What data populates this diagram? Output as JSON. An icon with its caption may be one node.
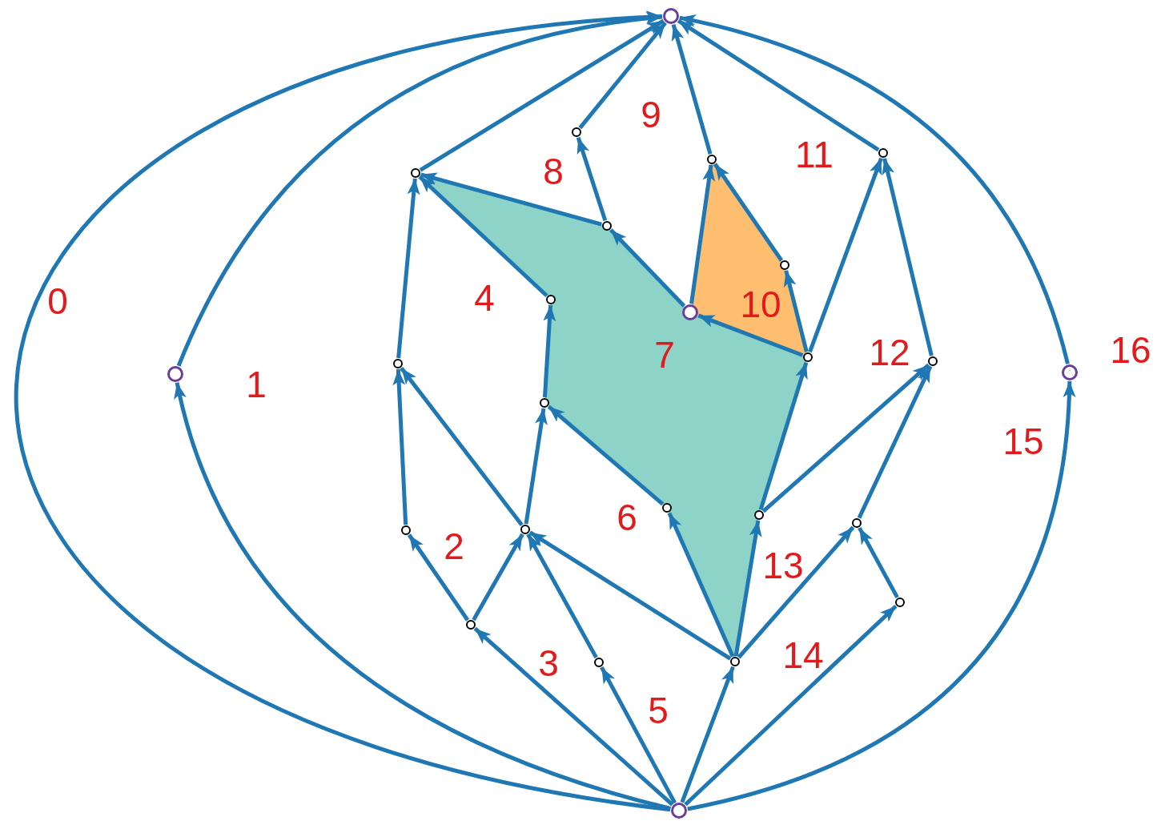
{
  "diagram": {
    "nodes": [
      {
        "text": [],
        "shape": "circle"
      },
      {
        "text": [],
        "shape": "circle"
      },
      {
        "text": [],
        "shape": "circle"
      },
      {
        "text": [],
        "shape": "circle"
      },
      {
        "text": [],
        "shape": "circle"
      },
      {
        "text": [],
        "shape": "circle"
      },
      {
        "text": [],
        "shape": "circle"
      },
      {
        "text": [],
        "shape": "circle"
      },
      {
        "text": [],
        "shape": "circle"
      },
      {
        "text": [],
        "shape": "circle"
      },
      {
        "text": [],
        "shape": "circle"
      },
      {
        "text": [],
        "shape": "circle"
      },
      {
        "text": [],
        "shape": "circle"
      },
      {
        "text": [],
        "shape": "circle"
      },
      {
        "text": [],
        "shape": "circle"
      },
      {
        "text": [],
        "shape": "circle"
      },
      {
        "text": [],
        "shape": "circle"
      },
      {
        "text": [],
        "shape": "circle"
      },
      {
        "text": [],
        "shape": "circle"
      },
      {
        "text": [],
        "shape": "circle"
      },
      {
        "text": [],
        "shape": "circle"
      },
      {
        "text": [],
        "shape": "circle"
      },
      {
        "text": [],
        "shape": "circle"
      },
      {
        "text": [],
        "shape": "circle"
      },
      {
        "text": [],
        "shape": "circle"
      }
    ],
    "edges": [
      {
        "from": 24,
        "to": 0,
        "arrow": "to"
      },
      {
        "from": 12,
        "to": 0,
        "arrow": "to"
      },
      {
        "from": 24,
        "to": 12,
        "arrow": "to"
      },
      {
        "from": 24,
        "to": 13,
        "arrow": "to"
      },
      {
        "from": 13,
        "to": 0,
        "arrow": "to"
      },
      {
        "from": 4,
        "to": 0,
        "arrow": "to"
      },
      {
        "from": 1,
        "to": 0,
        "arrow": "to"
      },
      {
        "from": 3,
        "to": 0,
        "arrow": "to"
      },
      {
        "from": 2,
        "to": 0,
        "arrow": "to"
      },
      {
        "from": 5,
        "to": 1,
        "arrow": "to"
      },
      {
        "from": 5,
        "to": 4,
        "arrow": "to"
      },
      {
        "from": 7,
        "to": 4,
        "arrow": "to"
      },
      {
        "from": 8,
        "to": 5,
        "arrow": "to"
      },
      {
        "from": 8,
        "to": 3,
        "arrow": "to"
      },
      {
        "from": 6,
        "to": 3,
        "arrow": "to"
      },
      {
        "from": 9,
        "to": 6,
        "arrow": "to"
      },
      {
        "from": 9,
        "to": 8,
        "arrow": "to"
      },
      {
        "from": 9,
        "to": 2,
        "arrow": "to"
      },
      {
        "from": 10,
        "to": 2,
        "arrow": "to"
      },
      {
        "from": 11,
        "to": 4,
        "arrow": "to"
      },
      {
        "from": 19,
        "to": 11,
        "arrow": "to"
      },
      {
        "from": 18,
        "to": 11,
        "arrow": "to"
      },
      {
        "from": 18,
        "to": 14,
        "arrow": "to"
      },
      {
        "from": 14,
        "to": 7,
        "arrow": "to"
      },
      {
        "from": 15,
        "to": 14,
        "arrow": "to"
      },
      {
        "from": 16,
        "to": 9,
        "arrow": "to"
      },
      {
        "from": 16,
        "to": 10,
        "arrow": "to"
      },
      {
        "from": 17,
        "to": 10,
        "arrow": "to"
      },
      {
        "from": 20,
        "to": 17,
        "arrow": "to"
      },
      {
        "from": 21,
        "to": 19,
        "arrow": "to"
      },
      {
        "from": 21,
        "to": 18,
        "arrow": "to"
      },
      {
        "from": 23,
        "to": 18,
        "arrow": "to"
      },
      {
        "from": 22,
        "to": 18,
        "arrow": "to"
      },
      {
        "from": 22,
        "to": 15,
        "arrow": "to"
      },
      {
        "from": 22,
        "to": 16,
        "arrow": "to"
      },
      {
        "from": 22,
        "to": 17,
        "arrow": "to"
      },
      {
        "from": 24,
        "to": 21,
        "arrow": "to"
      },
      {
        "from": 24,
        "to": 23,
        "arrow": "to"
      },
      {
        "from": 24,
        "to": 22,
        "arrow": "to"
      },
      {
        "from": 24,
        "to": 20,
        "arrow": "to"
      }
    ],
    "labels": [
      "9",
      "11",
      "8",
      "4",
      "10",
      "16",
      "12",
      "7",
      "1",
      "0",
      "15",
      "6",
      "2",
      "13",
      "14",
      "3",
      "5"
    ]
  }
}
